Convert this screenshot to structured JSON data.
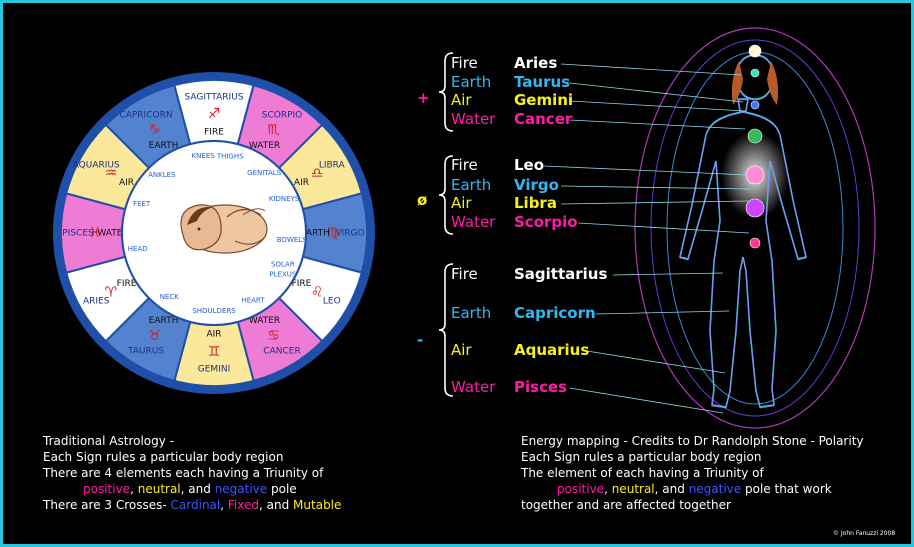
{
  "colors": {
    "border": "#26c6e0",
    "fire": "#ffffff",
    "earth": "#33b7f2",
    "air": "#f7f01c",
    "water": "#ff1aa8",
    "positive": "#ff1aa8",
    "neutral": "#f7f01c",
    "negative": "#3d55ff",
    "cardinal": "#3d55ff",
    "fixed": "#ff1aa8",
    "mutable": "#f7f01c",
    "wheel_ring": "#1f4fa8",
    "wheel_pink": "#ee7bd4",
    "wheel_yellow": "#fbe89a",
    "wheel_blue": "#5383cf",
    "wheel_white": "#ffffff",
    "wheel_label": "#1c2f8a",
    "wheel_glyph": "#d0202a",
    "body_label": "#1f5fd8"
  },
  "wheel": {
    "center_icon": "fetus-illustration",
    "sectors": [
      {
        "sign": "CAPRICORN",
        "glyph": "♑",
        "element": "EARTH",
        "fill": "wheel_blue"
      },
      {
        "sign": "SAGITTARIUS",
        "glyph": "♐",
        "element": "FIRE",
        "fill": "wheel_white"
      },
      {
        "sign": "SCORPIO",
        "glyph": "♏",
        "element": "WATER",
        "fill": "wheel_pink"
      },
      {
        "sign": "LIBRA",
        "glyph": "♎",
        "element": "AIR",
        "fill": "wheel_yellow"
      },
      {
        "sign": "VIRGO",
        "glyph": "♍",
        "element": "EARTH",
        "fill": "wheel_blue"
      },
      {
        "sign": "LEO",
        "glyph": "♌",
        "element": "FIRE",
        "fill": "wheel_white"
      },
      {
        "sign": "CANCER",
        "glyph": "♋",
        "element": "WATER",
        "fill": "wheel_pink"
      },
      {
        "sign": "GEMINI",
        "glyph": "♊",
        "element": "AIR",
        "fill": "wheel_yellow"
      },
      {
        "sign": "TAURUS",
        "glyph": "♉",
        "element": "EARTH",
        "fill": "wheel_blue"
      },
      {
        "sign": "ARIES",
        "glyph": "♈",
        "element": "FIRE",
        "fill": "wheel_white"
      },
      {
        "sign": "PISCES",
        "glyph": "♓",
        "element": "WATER",
        "fill": "wheel_pink"
      },
      {
        "sign": "AQUARIUS",
        "glyph": "♒",
        "element": "AIR",
        "fill": "wheel_yellow"
      }
    ],
    "body_parts": [
      "KNEES",
      "THIGHS",
      "GENITALS",
      "KIDNEYS",
      "BOWELS",
      "SOLAR PLEXUS",
      "HEART",
      "SHOULDERS",
      "NECK",
      "HEAD",
      "FEET",
      "ANKLES"
    ]
  },
  "groups": [
    {
      "symbol": "+",
      "symbol_color": "positive",
      "rows": [
        {
          "element": "Fire",
          "sign": "Aries",
          "color": "fire"
        },
        {
          "element": "Earth",
          "sign": "Taurus",
          "color": "earth"
        },
        {
          "element": "Air",
          "sign": "Gemini",
          "color": "air"
        },
        {
          "element": "Water",
          "sign": "Cancer",
          "color": "water"
        }
      ]
    },
    {
      "symbol": "ø",
      "symbol_color": "neutral",
      "rows": [
        {
          "element": "Fire",
          "sign": "Leo",
          "color": "fire"
        },
        {
          "element": "Earth",
          "sign": "Virgo",
          "color": "earth"
        },
        {
          "element": "Air",
          "sign": "Libra",
          "color": "air"
        },
        {
          "element": "Water",
          "sign": "Scorpio",
          "color": "water"
        }
      ]
    },
    {
      "symbol": "-",
      "symbol_color": "earth",
      "rows": [
        {
          "element": "Fire",
          "sign": "Sagittarius",
          "color": "fire"
        },
        {
          "element": "Earth",
          "sign": "Capricorn",
          "color": "earth"
        },
        {
          "element": "Air",
          "sign": "Aquarius",
          "color": "air"
        },
        {
          "element": "Water",
          "sign": "Pisces",
          "color": "water"
        }
      ]
    }
  ],
  "figure": {
    "icon": "human-energy-figure",
    "chakras": [
      "crown-chakra-icon",
      "third-eye-chakra-icon",
      "throat-chakra-icon",
      "heart-chakra-icon",
      "solar-plexus-chakra-icon",
      "sacral-chakra-icon",
      "root-chakra-icon"
    ]
  },
  "left_note": {
    "line1": "Traditional Astrology -",
    "line2": "Each Sign rules a particular body region",
    "line3": "There are 4 elements each having a Triunity of",
    "positive": "positive",
    "neutral": "neutral",
    "and1": ", and",
    "negative": "negative",
    "pole": "pole",
    "crosses": "There are 3 Crosses-",
    "cardinal": "Cardinal",
    "fixed": "Fixed",
    "and2": ", and",
    "mutable": "Mutable"
  },
  "right_note": {
    "line1": "Energy mapping - Credits to Dr Randolph Stone - Polarity",
    "line2": "Each Sign rules a particular body region",
    "line3": "The element of each having a Triunity of",
    "positive": "positive",
    "neutral": "neutral",
    "and1": ", and",
    "negative": "negative",
    "pole": "pole that work",
    "line5": "together and are affected together"
  },
  "credit": "© John Fanuzzi 2008"
}
